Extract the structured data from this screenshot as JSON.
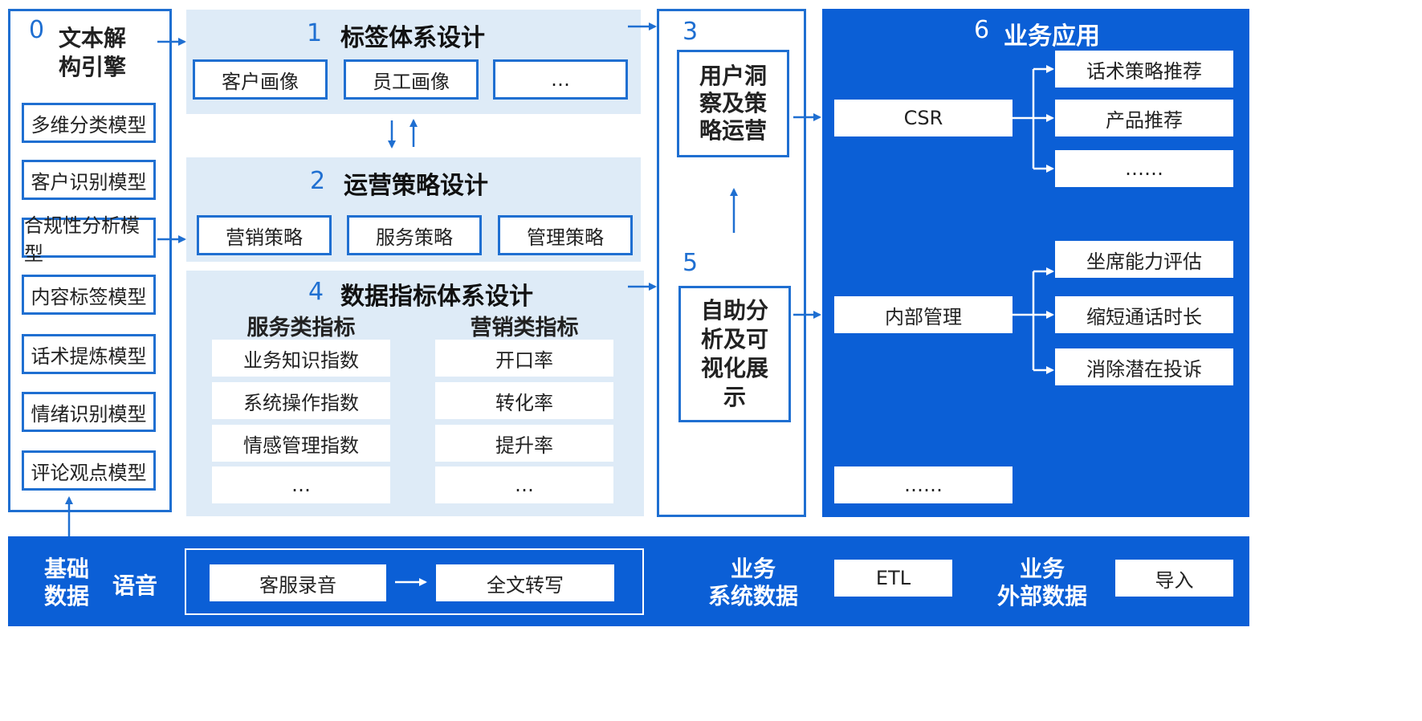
{
  "engine": {
    "number": "0",
    "title_line1": "文本解",
    "title_line2": "构引擎",
    "models": [
      "多维分类模型",
      "客户识别模型",
      "合规性分析模型",
      "内容标签模型",
      "话术提炼模型",
      "情绪识别模型",
      "评论观点模型"
    ]
  },
  "tag_system": {
    "number": "1",
    "title": "标签体系设计",
    "items": [
      "客户画像",
      "员工画像",
      "…"
    ]
  },
  "strategy": {
    "number": "2",
    "title": "运营策略设计",
    "items": [
      "营销策略",
      "服务策略",
      "管理策略"
    ]
  },
  "metrics": {
    "number": "4",
    "title": "数据指标体系设计",
    "service": {
      "header": "服务类指标",
      "items": [
        "业务知识指数",
        "系统操作指数",
        "情感管理指数",
        "…"
      ]
    },
    "marketing": {
      "header": "营销类指标",
      "items": [
        "开口率",
        "转化率",
        "提升率",
        "…"
      ]
    }
  },
  "insight": {
    "number": "3",
    "lines": [
      "用户洞",
      "察及策",
      "略运营"
    ]
  },
  "analysis": {
    "number": "5",
    "lines": [
      "自助分",
      "析及可",
      "视化展",
      "示"
    ]
  },
  "business": {
    "number": "6",
    "title": "业务应用",
    "csr": "CSR",
    "csr_items": [
      "话术策略推荐",
      "产品推荐",
      "……"
    ],
    "internal": "内部管理",
    "internal_items": [
      "坐席能力评估",
      "缩短通话时长",
      "消除潜在投诉"
    ],
    "more": "……"
  },
  "foundation": {
    "base_line1": "基础",
    "base_line2": "数据",
    "voice": "语音",
    "recording": "客服录音",
    "transcript": "全文转写",
    "biz_sys_line1": "业务",
    "biz_sys_line2": "系统数据",
    "etl": "ETL",
    "biz_ext_line1": "业务",
    "biz_ext_line2": "外部数据",
    "import": "导入"
  },
  "colors": {
    "primary": "#0b5fd6",
    "outline": "#1f6fd1",
    "light_panel": "#deebf7"
  }
}
